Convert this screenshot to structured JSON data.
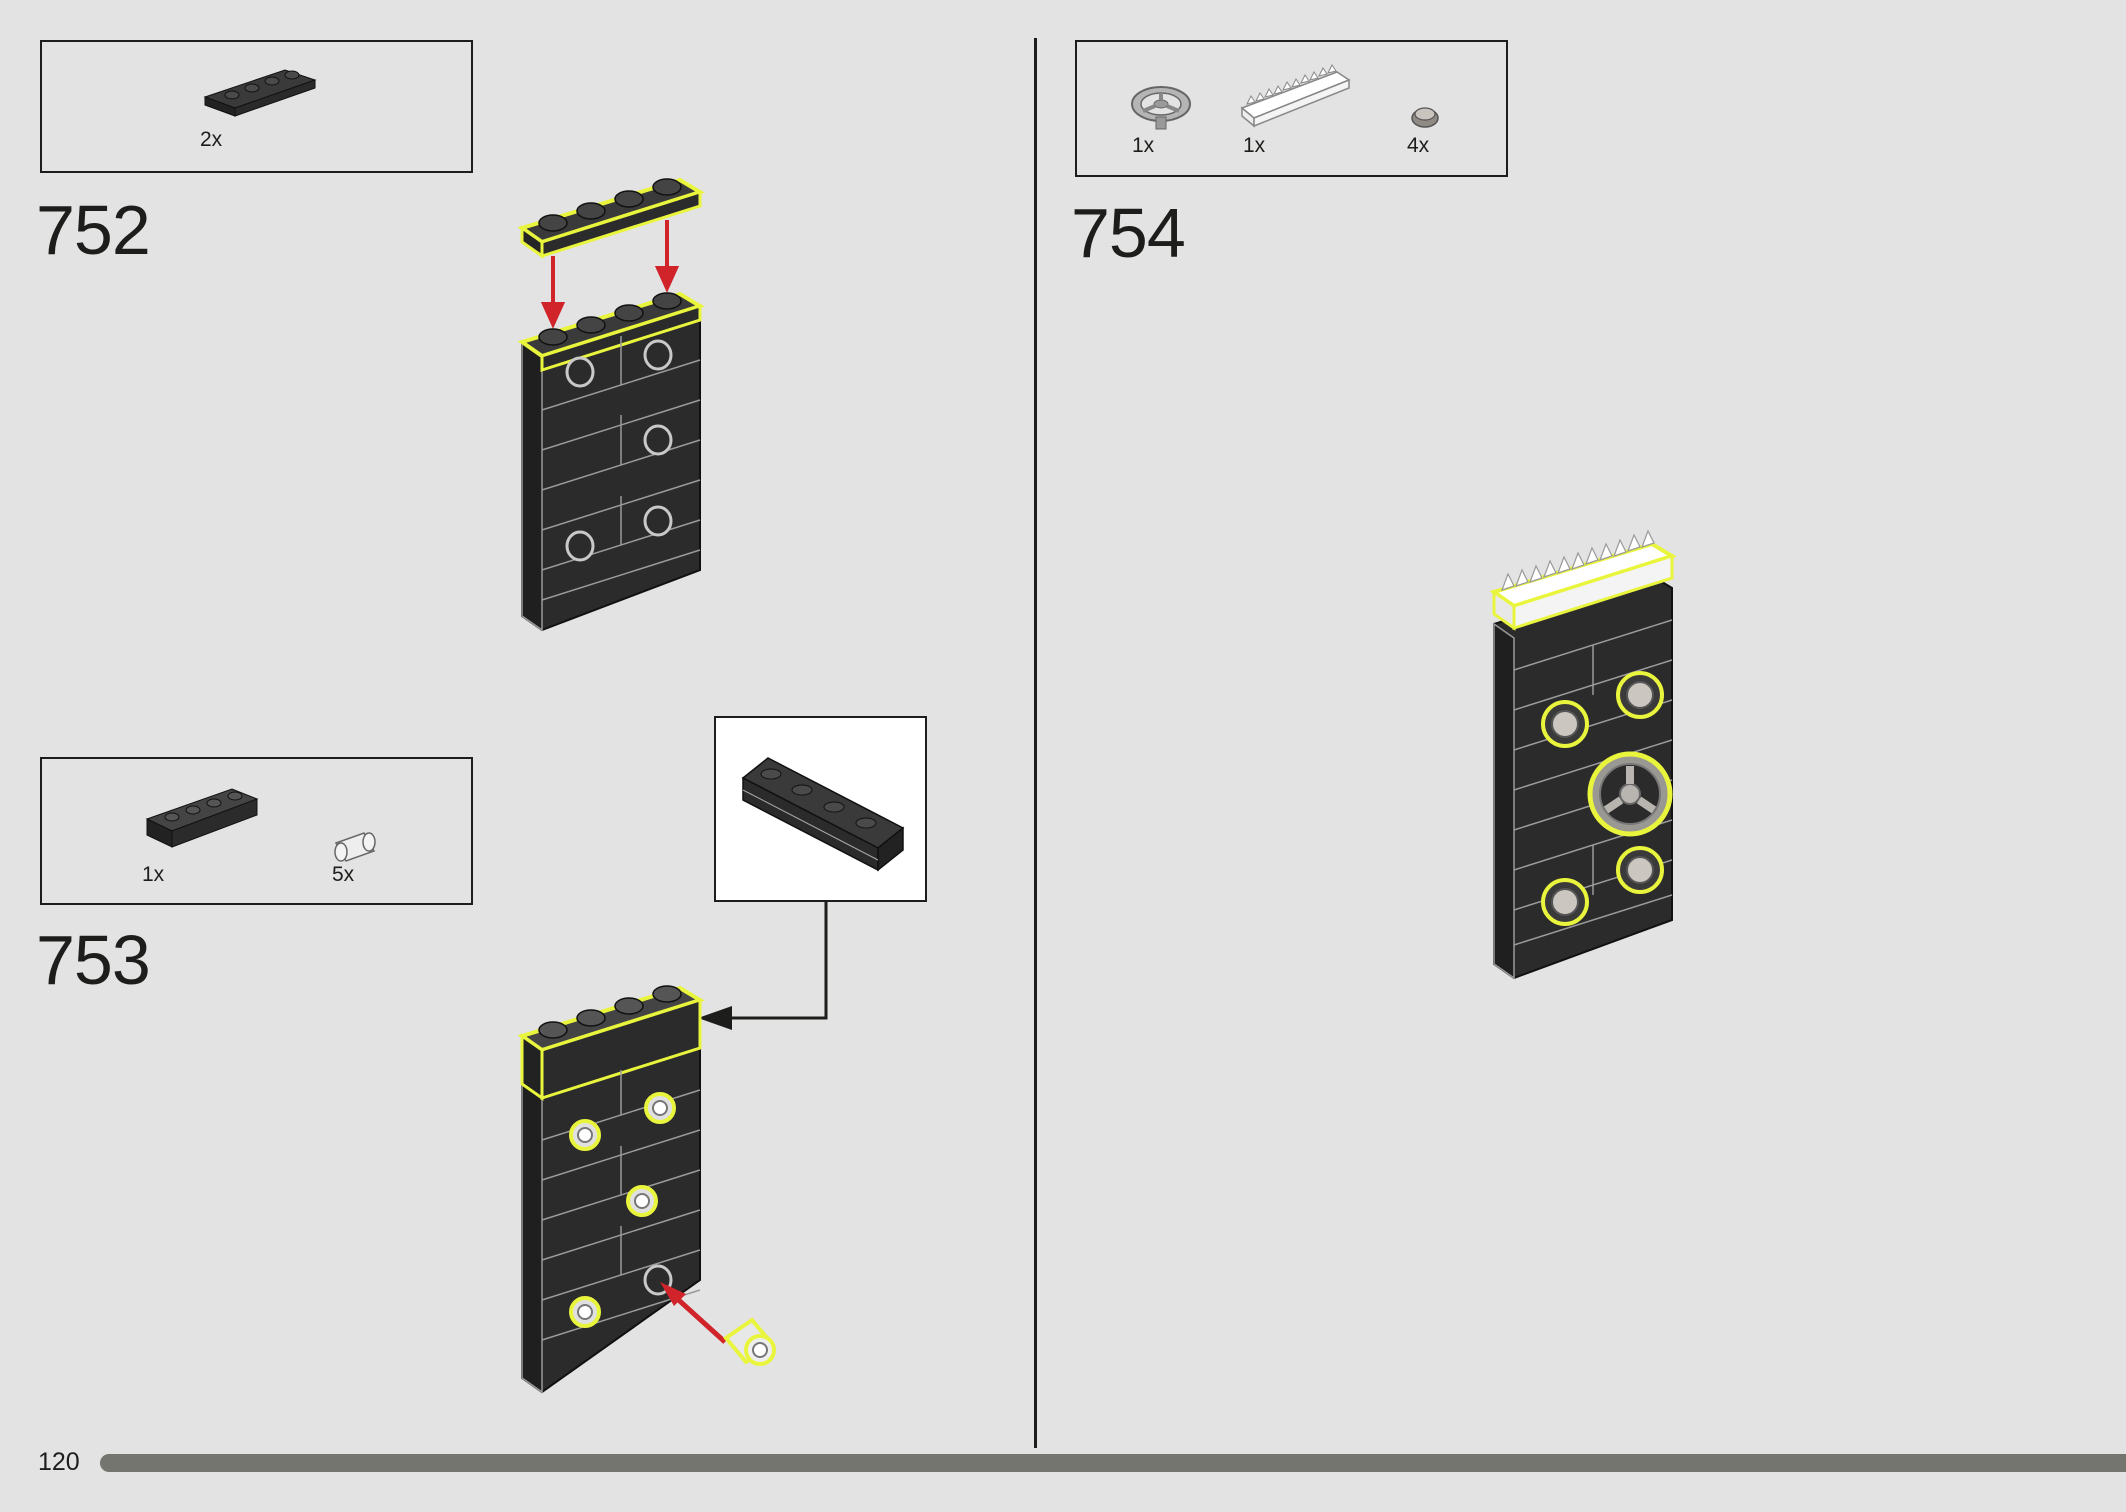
{
  "page": {
    "number": "120",
    "progress": 1.0
  },
  "steps": [
    {
      "number": "752",
      "parts": [
        {
          "name": "plate-1x4-dark-gray",
          "qty": "2x"
        }
      ]
    },
    {
      "number": "753",
      "parts": [
        {
          "name": "brick-1x4-with-groove-dark-gray",
          "qty": "1x"
        },
        {
          "name": "technic-pin-light-gray",
          "qty": "5x"
        }
      ]
    },
    {
      "number": "754",
      "parts": [
        {
          "name": "steering-wheel-light-gray",
          "qty": "1x"
        },
        {
          "name": "gear-rack-white",
          "qty": "1x"
        },
        {
          "name": "round-tile-1x1-gray",
          "qty": "4x"
        }
      ]
    }
  ],
  "colors": {
    "background": "#e3e3e3",
    "brick": "#2b2b2b",
    "highlight": "#e9f53c",
    "arrow": "#d0232a",
    "progress": "#757570"
  }
}
